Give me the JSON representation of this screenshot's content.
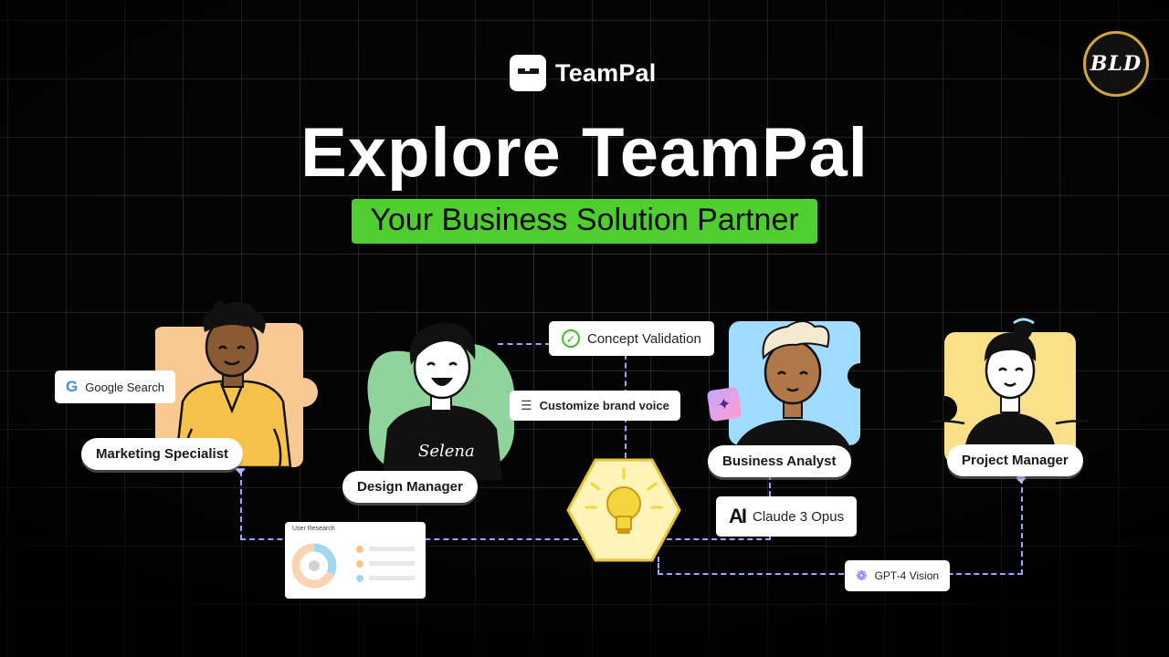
{
  "brand": {
    "name": "TeamPal",
    "logo_icon": "teampal-logo-icon"
  },
  "headline": "Explore TeamPal",
  "tagline": "Your Business Solution Partner",
  "watermark": "BLD",
  "roles": {
    "marketing": "Marketing Specialist",
    "design": "Design Manager",
    "analyst": "Business Analyst",
    "project": "Project Manager"
  },
  "tools": {
    "google_search": "Google Search",
    "concept_validation": "Concept Validation",
    "brand_voice": "Customize brand voice",
    "claude": "Claude 3 Opus",
    "gpt": "GPT-4 Vision",
    "user_research": "User Research",
    "shirt_text": "Selena"
  },
  "colors": {
    "accent_green": "#4fcf2f",
    "connector": "#9aa5ff",
    "bulb_hex": "#fff3b8"
  }
}
